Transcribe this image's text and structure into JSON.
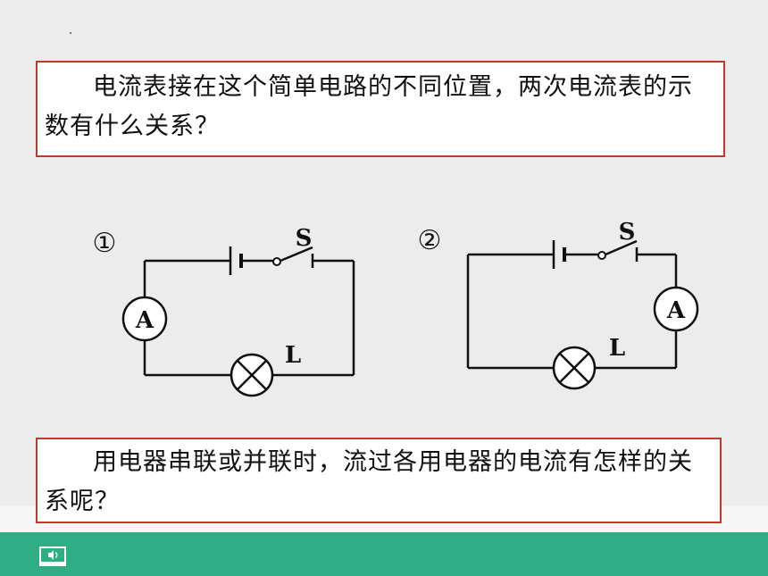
{
  "question1": "电流表接在这个简单电路的不同位置，两次电流表的示数有什么关系？",
  "question2": "用电器串联或并联时，流过各用电器的电流有怎样的关系呢？",
  "circuit1": {
    "number": "①",
    "switch_label": "S",
    "ammeter_label": "A",
    "lamp_label": "L"
  },
  "circuit2": {
    "number": "②",
    "switch_label": "S",
    "ammeter_label": "A",
    "lamp_label": "L"
  },
  "colors": {
    "border": "#c0392b",
    "bottom_bar": "#2fae86",
    "background": "#ececec"
  },
  "icons": {
    "footer": "speaker-icon"
  }
}
